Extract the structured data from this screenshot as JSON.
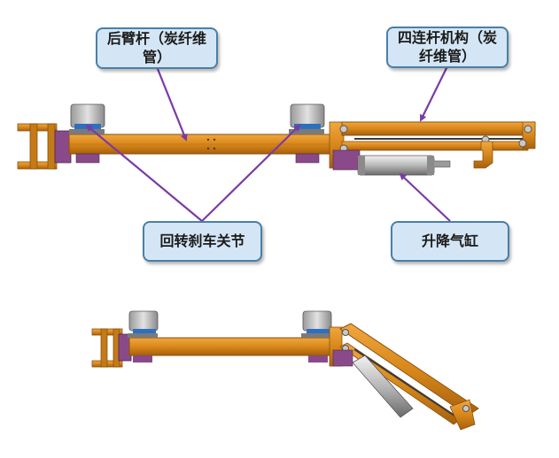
{
  "labels": {
    "rear_arm": "后臂杆（炭纤维管）",
    "four_bar": "四连杆机构（炭纤维管）",
    "brake_joint": "回转刹车关节",
    "lift_cylinder": "升降气缸"
  },
  "colors": {
    "arm_orange": "#d8881a",
    "arm_dark": "#a8600c",
    "callout_fill": "#d4e6f5",
    "callout_border": "#4a7fa8",
    "leader": "#7b3aa6",
    "joint_gray": "#b8b8b8",
    "bolt_blue": "#2e6fc0",
    "bracket_purple": "#8a4a8a"
  }
}
